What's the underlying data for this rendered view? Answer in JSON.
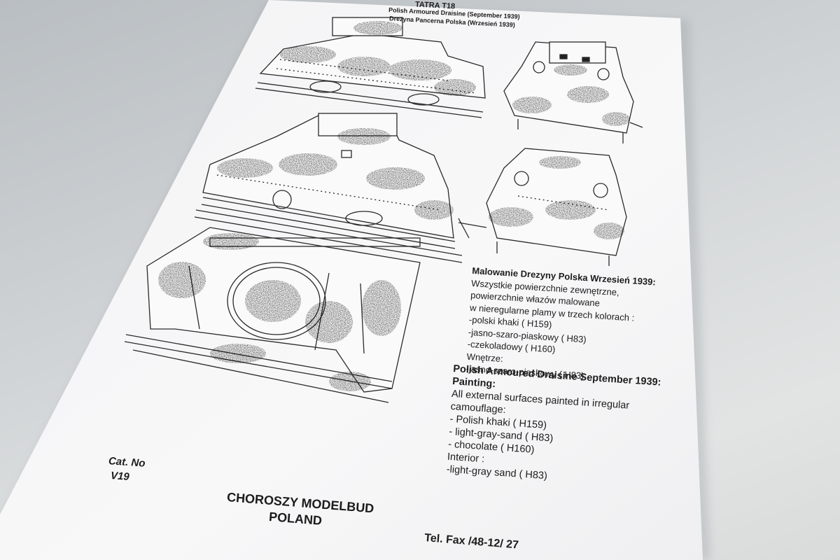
{
  "sheet": {
    "title": "TATRA T18",
    "subtitle_en": "Polish Armoured Draisine (September 1939)",
    "subtitle_pl": "Drezyna Pancerna Polska  (Wrzesień 1939)"
  },
  "painting_pl": {
    "heading": "Malowanie Drezyny Polska Wrzesień 1939:",
    "lines": [
      "Wszystkie powierzchnie zewnętrzne,",
      "powierzchnie włazów malowane",
      "w nieregularne plamy w trzech kolorach :",
      "-polski khaki ( H159)",
      "-jasno-szaro-piaskowy ( H83)",
      "-czekoladowy ( H160)",
      "Wnętrze:",
      "-jasno-szaro-piaskowy ( H83)"
    ]
  },
  "painting_en": {
    "heading_1": "Polish Armoured Draisine September 1939:",
    "heading_2": "Painting:",
    "lines": [
      "All external surfaces painted in irregular",
      "camouflage:",
      "- Polish khaki ( H159)",
      "- light-gray-sand ( H83)",
      "- chocolate ( H160)",
      "Interior :",
      "-light-gray sand ( H83)"
    ]
  },
  "catalog": {
    "label": "Cat. No",
    "number": "V19"
  },
  "publisher": {
    "name": "CHOROSZY MODELBUD",
    "country": "POLAND",
    "contact": "Tel. Fax /48-12/ 27"
  },
  "colors": {
    "paper": "#f7f7f8",
    "background": "#c9cdd0",
    "ink": "#1c1c1c",
    "camo": "#3a3a3a"
  }
}
